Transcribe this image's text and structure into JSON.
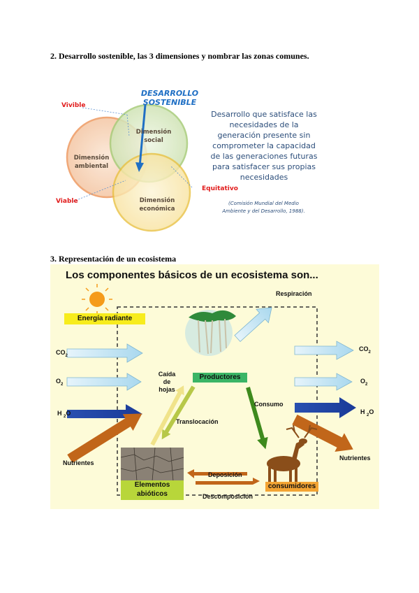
{
  "question2": {
    "title": "2. Desarrollo sostenible, las 3 dimensiones y nombrar las zonas comunes."
  },
  "venn": {
    "top_label": [
      "DESARROLLO",
      "SOSTENIBLE"
    ],
    "circles": [
      {
        "label": [
          "Dimensión",
          "ambiental"
        ],
        "color": "#f5c9a8"
      },
      {
        "label": [
          "Dimensión",
          "social"
        ],
        "color": "#cfe3b4"
      },
      {
        "label": [
          "Dimensión",
          "económica"
        ],
        "color": "#f8e3a0"
      }
    ],
    "zones": {
      "vivible": "Vivible",
      "viable": "Viable",
      "equitativo": "Equitativo"
    },
    "definition": [
      "Desarrollo que satisface las",
      "necesidades de la",
      "generación presente sin",
      "comprometer la capacidad",
      "de las generaciones futuras",
      "para satisfacer sus propias",
      "necesidades"
    ],
    "citation": [
      "(Comisión Mundial del Medio",
      "Ambiente y del Desarrollo, 1988)."
    ]
  },
  "question3": {
    "title": "3. Representación de un ecosistema"
  },
  "ecosystem": {
    "title": "Los componentes básicos de un ecosistema son...",
    "energia": "Energía radiante",
    "respiracion": "Respiración",
    "co2_in": "CO",
    "co2_sub": "2",
    "o2_in": "O",
    "o2_sub": "2",
    "h2o_in_a": "H",
    "h2o_in_sub": "2",
    "h2o_in_b": "O",
    "co2_out": "CO",
    "co2_out_sub": "2",
    "o2_out": "O",
    "o2_out_sub": "2",
    "h2o_out_a": "H",
    "h2o_out_sub": "2",
    "h2o_out_b": "O",
    "nutrientes_in": "Nutrientes",
    "nutrientes_out": "Nutrientes",
    "caida": [
      "Caída",
      "de",
      "hojas"
    ],
    "productores": "Productores",
    "consumo": "Consumo",
    "translocacion": "Translocación",
    "elementos": [
      "Elementos",
      "abióticos"
    ],
    "consumidores": "consumidores",
    "deposicion": "Deposición",
    "descomposicion": "Descomposición"
  }
}
